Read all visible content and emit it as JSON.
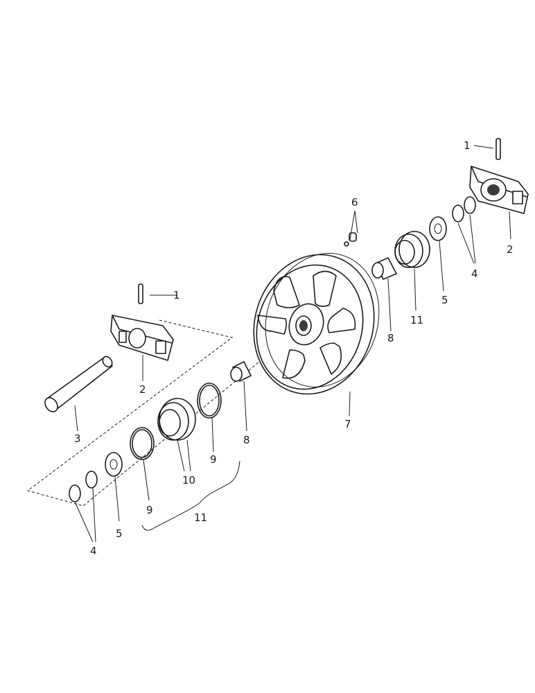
{
  "labels": {
    "pin_right": "1",
    "pin_left": "1",
    "bracket_right": "2",
    "bracket_left": "2",
    "shaft": "3",
    "rings_right": "4",
    "rings_left": "4",
    "washer_right": "5",
    "washer_left": "5",
    "plug": "6",
    "wheel": "7",
    "bushing_right": "8",
    "bushing_left": "8",
    "oring_a": "9",
    "oring_b": "9",
    "seal": "10",
    "seal_group_right": "11",
    "seal_group_left": "11"
  }
}
